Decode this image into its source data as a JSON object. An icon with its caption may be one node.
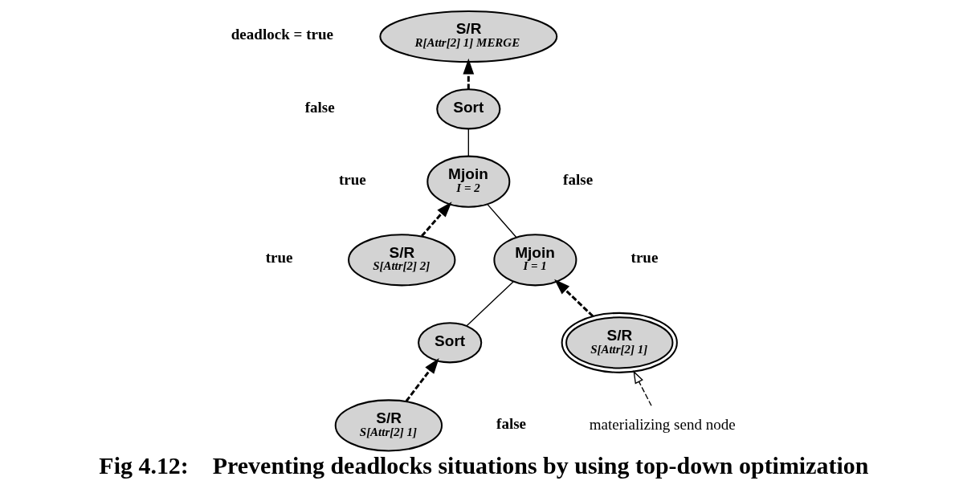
{
  "diagram": {
    "caption": "Fig 4.12:    Preventing deadlocks situations by using top-down optimization",
    "nodes": [
      {
        "text": [
          "S/R",
          "R[Attr[2] 1] MERGE"
        ]
      },
      {
        "text": [
          "Sort"
        ]
      },
      {
        "text": [
          "Mjoin",
          "I = 2"
        ]
      },
      {
        "text": [
          "Mjoin",
          "I = 1"
        ]
      },
      {
        "text": [
          "S/R",
          "S[Attr[2] 2]"
        ]
      },
      {
        "text": [
          "Sort"
        ]
      },
      {
        "text": [
          "S/R",
          "S[Attr[2] 1]"
        ]
      },
      {
        "text": [
          "S/R",
          "S[Attr[2] 1]"
        ]
      },
      {
        "text": [
          "materializing send node"
        ]
      }
    ],
    "edges": [
      {
        "from": 1,
        "to": 0,
        "arrow": "to",
        "style": "dashed"
      },
      {
        "from": 2,
        "to": 1,
        "arrow": "none"
      },
      {
        "from": 3,
        "to": 2,
        "arrow": "none"
      },
      {
        "from": 4,
        "to": 2,
        "arrow": "to",
        "style": "dashed"
      },
      {
        "from": 5,
        "to": 3,
        "arrow": "none"
      },
      {
        "from": 6,
        "to": 3,
        "arrow": "to",
        "style": "dashed"
      },
      {
        "from": 7,
        "to": 5,
        "arrow": "to",
        "style": "dashed"
      },
      {
        "from": 8,
        "to": 6,
        "arrow": "to",
        "style": "dashed"
      }
    ],
    "labels": [
      "deadlock = true",
      "false",
      "true",
      "false",
      "true",
      "true",
      "false"
    ]
  }
}
